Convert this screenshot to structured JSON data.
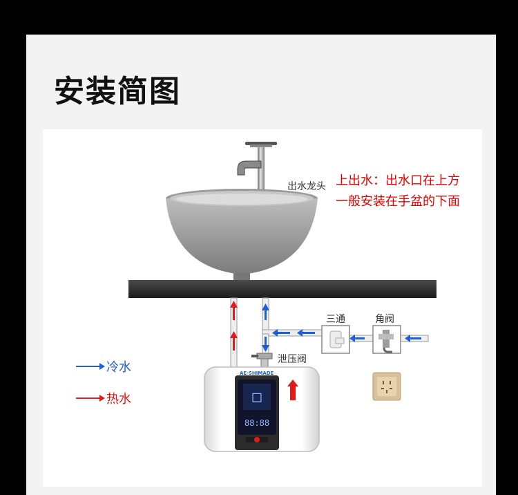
{
  "page": {
    "title": "安装简图"
  },
  "diagram": {
    "labels": {
      "faucet": "出水龙头",
      "tee": "三通",
      "angle_valve": "角阀",
      "relief_valve": "泄压阀",
      "heater_brand": "AE·SHIMADE",
      "heater_display": "88:88"
    },
    "note": {
      "line1": "上出水：出水口在上方",
      "line2": "一般安装在手盆的下面"
    },
    "legend": {
      "cold": "冷水",
      "hot": "热水",
      "cold_color": "#1f5fd6",
      "hot_color": "#e01b1b"
    }
  }
}
